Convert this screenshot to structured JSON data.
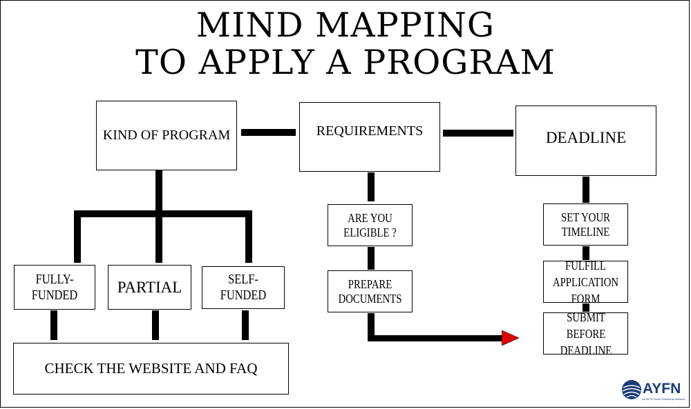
{
  "title": {
    "line1": "MIND MAPPING",
    "line2": "TO APPLY A PROGRAM"
  },
  "nodes": {
    "kind_of_program": "KIND OF PROGRAM",
    "requirements": "REQUIREMENTS",
    "deadline": "DEADLINE",
    "fully_funded": "FULLY-FUNDED",
    "partial": "PARTIAL",
    "self_funded": "SELF-FUNDED",
    "check_website": "CHECK THE WEBSITE AND FAQ",
    "are_you_eligible": "ARE YOU ELIGIBLE ?",
    "prepare_documents": "PREPARE DOCUMENTS",
    "set_timeline": "SET YOUR TIMELINE",
    "fulfill_form": "FULFILL APPLICATION FORM",
    "submit_before": "SUBMIT BEFORE DEADLINE"
  },
  "logo": {
    "name": "AYFN",
    "tagline": "All AYFN Youth Fellowship Network",
    "icon": "globe-icon",
    "color": "#1a3a78"
  },
  "colors": {
    "arrowhead": "#e00000",
    "lines": "#000000"
  }
}
